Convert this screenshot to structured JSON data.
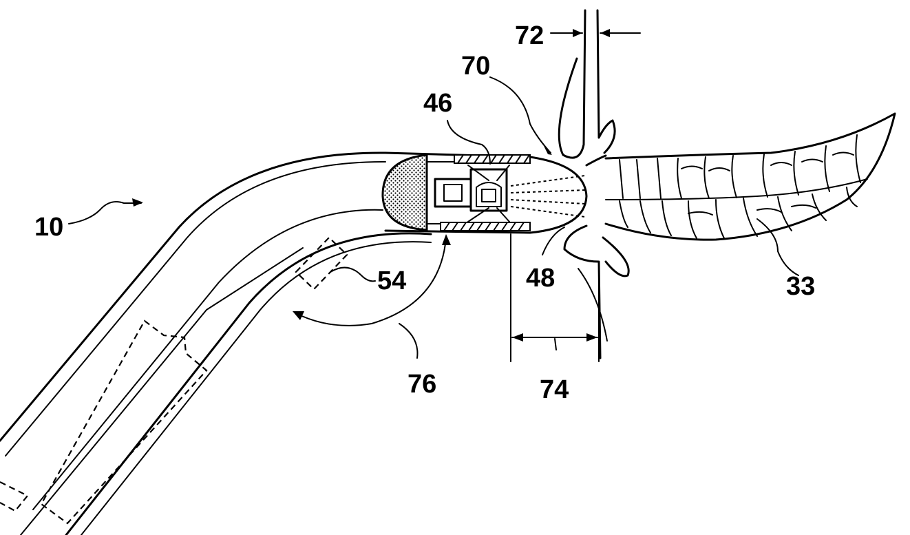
{
  "figure": {
    "labels": {
      "device": "10",
      "tissue": "33",
      "chip": "46",
      "window": "48",
      "sensor": "54",
      "fold": "70",
      "gap": "72",
      "distance": "74",
      "angle": "76"
    }
  }
}
